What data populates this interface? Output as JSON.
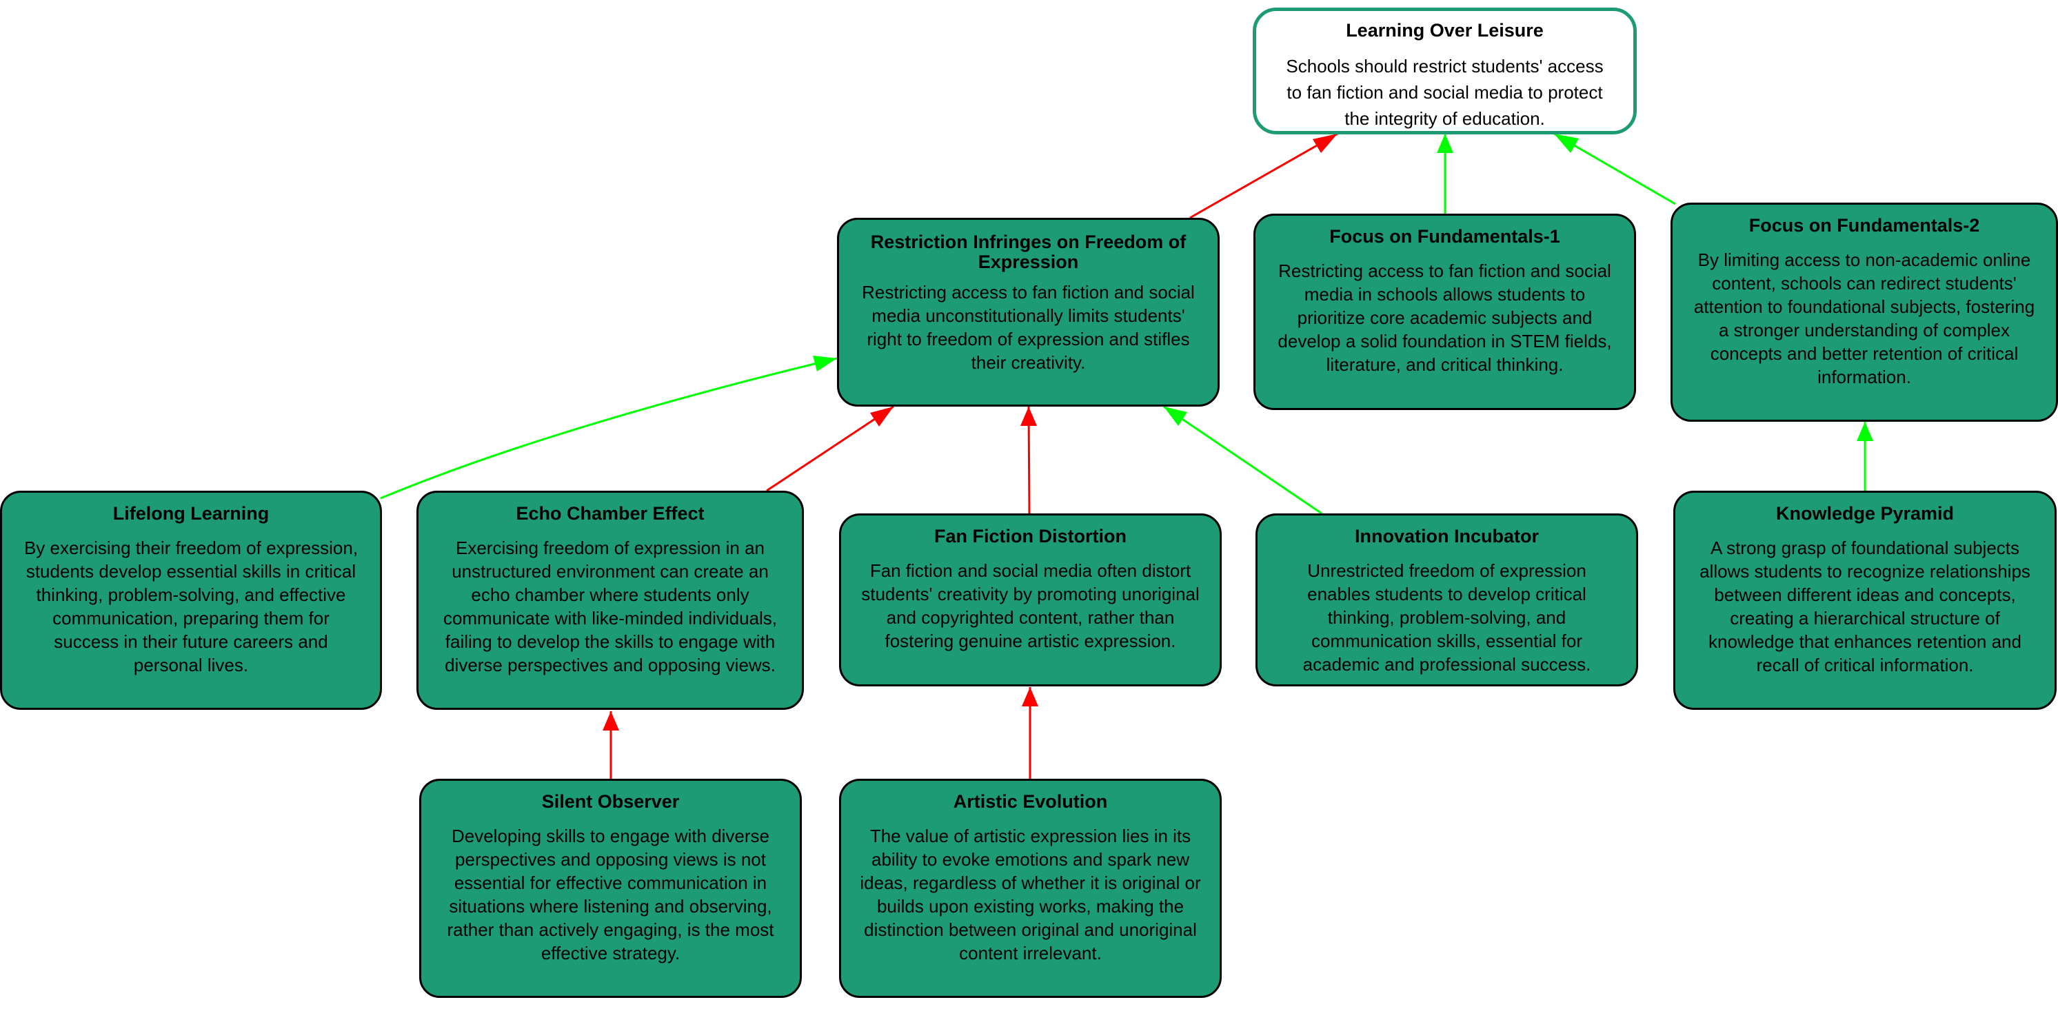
{
  "colors": {
    "support": "#00ff00",
    "attack": "#ff0000",
    "node_fill": "#1c9b74",
    "root_border": "#1c9b74"
  },
  "nodes": {
    "root": {
      "title": "Learning Over Leisure",
      "body": "Schools should restrict students' access to fan fiction and social media to protect the integrity of education."
    },
    "restriction": {
      "title": "Restriction Infringes on Freedom of Expression",
      "body": "Restricting access to fan fiction and social media unconstitutionally limits students' right to freedom of expression and stifles their creativity."
    },
    "focus1": {
      "title": "Focus on Fundamentals-1",
      "body": "Restricting access to fan fiction and social media in schools allows students to prioritize core academic subjects and develop a solid foundation in STEM fields, literature, and critical thinking."
    },
    "focus2": {
      "title": "Focus on Fundamentals-2",
      "body": "By limiting access to non-academic online content, schools can redirect students' attention to foundational subjects, fostering a stronger understanding of complex concepts and better retention of critical information."
    },
    "lifelong": {
      "title": "Lifelong Learning",
      "body": "By exercising their freedom of expression, students develop essential skills in critical thinking, problem-solving, and effective communication, preparing them for success in their future careers and personal lives."
    },
    "echo": {
      "title": "Echo Chamber Effect",
      "body": "Exercising freedom of expression in an unstructured environment can create an echo chamber where students only communicate with like-minded individuals, failing to develop the skills to engage with diverse perspectives and opposing views."
    },
    "fanfic": {
      "title": "Fan Fiction Distortion",
      "body": "Fan fiction and social media often distort students' creativity by promoting unoriginal and copyrighted content, rather than fostering genuine artistic expression."
    },
    "innovation": {
      "title": "Innovation Incubator",
      "body": "Unrestricted freedom of expression enables students to develop critical thinking, problem-solving, and communication skills, essential for academic and professional success."
    },
    "knowledge": {
      "title": "Knowledge Pyramid",
      "body": "A strong grasp of foundational subjects allows students to recognize relationships between different ideas and concepts, creating a hierarchical structure of knowledge that enhances retention and recall of critical information."
    },
    "silent": {
      "title": "Silent Observer",
      "body": "Developing skills to engage with diverse perspectives and opposing views is not essential for effective communication in situations where listening and observing, rather than actively engaging, is the most effective strategy."
    },
    "artistic": {
      "title": "Artistic Evolution",
      "body": "The value of artistic expression lies in its ability to evoke emotions and spark new ideas, regardless of whether it is original or builds upon existing works, making the distinction between original and unoriginal content irrelevant."
    }
  },
  "edges": [
    {
      "from": "restriction",
      "to": "root",
      "relation": "attack"
    },
    {
      "from": "focus1",
      "to": "root",
      "relation": "support"
    },
    {
      "from": "focus2",
      "to": "root",
      "relation": "support"
    },
    {
      "from": "lifelong",
      "to": "restriction",
      "relation": "support"
    },
    {
      "from": "echo",
      "to": "restriction",
      "relation": "attack"
    },
    {
      "from": "fanfic",
      "to": "restriction",
      "relation": "attack"
    },
    {
      "from": "innovation",
      "to": "restriction",
      "relation": "support"
    },
    {
      "from": "knowledge",
      "to": "focus2",
      "relation": "support"
    },
    {
      "from": "silent",
      "to": "echo",
      "relation": "attack"
    },
    {
      "from": "artistic",
      "to": "fanfic",
      "relation": "attack"
    }
  ]
}
